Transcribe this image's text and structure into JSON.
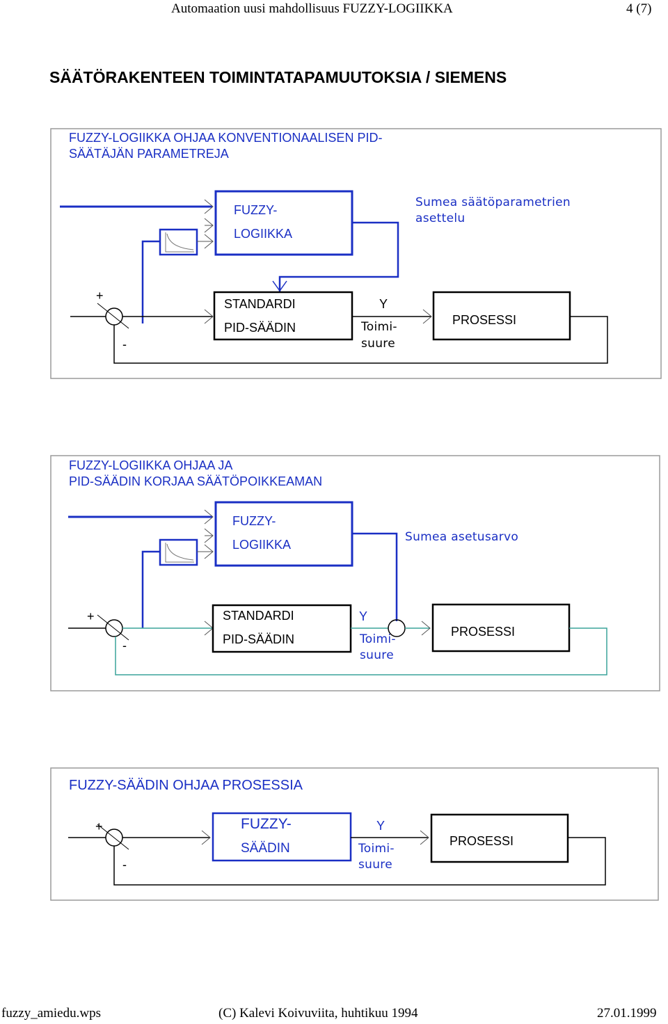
{
  "header": {
    "title": "Automaation uusi mahdollisuus FUZZY-LOGIIKKA",
    "page": "4  (7)"
  },
  "main_title": "SÄÄTÖRAKENTEEN TOIMINTATAPAMUUTOKSIA / SIEMENS",
  "diagram1": {
    "title_line1": "FUZZY-LOGIIKKA OHJAA KONVENTIONAALISEN PID-",
    "title_line2": "SÄÄTÄJÄN PARAMETREJA",
    "fuzzy_line1": "FUZZY-",
    "fuzzy_line2": "LOGIIKKA",
    "output_label_line1": "Sumea säätöparametrien",
    "output_label_line2": "asettelu",
    "plus": "+",
    "minus": "-",
    "pid_line1": "STANDARDI",
    "pid_line2": "PID-SÄÄDIN",
    "y": "Y",
    "toimi_line1": "Toimi-",
    "toimi_line2": "suure",
    "process": "PROSESSI"
  },
  "diagram2": {
    "title_line1": "FUZZY-LOGIIKKA OHJAA JA",
    "title_line2": "PID-SÄÄDIN KORJAA SÄÄTÖPOIKKEAMAN",
    "fuzzy_line1": "FUZZY-",
    "fuzzy_line2": "LOGIIKKA",
    "output_label": "Sumea asetusarvo",
    "plus": "+",
    "minus": "-",
    "pid_line1": "STANDARDI",
    "pid_line2": "PID-SÄÄDIN",
    "y": "Y",
    "toimi_line1": "Toimi-",
    "toimi_line2": "suure",
    "process": "PROSESSI"
  },
  "diagram3": {
    "title": "FUZZY-SÄÄDIN OHJAA PROSESSIA",
    "plus": "+",
    "minus": "-",
    "fuzzy_line1": "FUZZY-",
    "fuzzy_line2": "SÄÄDIN",
    "y": "Y",
    "toimi_line1": "Toimi-",
    "toimi_line2": "suure",
    "process": "PROSESSI"
  },
  "footer": {
    "file": "fuzzy_amiedu.wps",
    "copyright": "(C) Kalevi Koivuviita, huhtikuu 1994",
    "date": "27.01.1999"
  },
  "colors": {
    "blue": "#1a2fc4",
    "teal": "#3aa39a",
    "frame": "#9a9a9a"
  }
}
